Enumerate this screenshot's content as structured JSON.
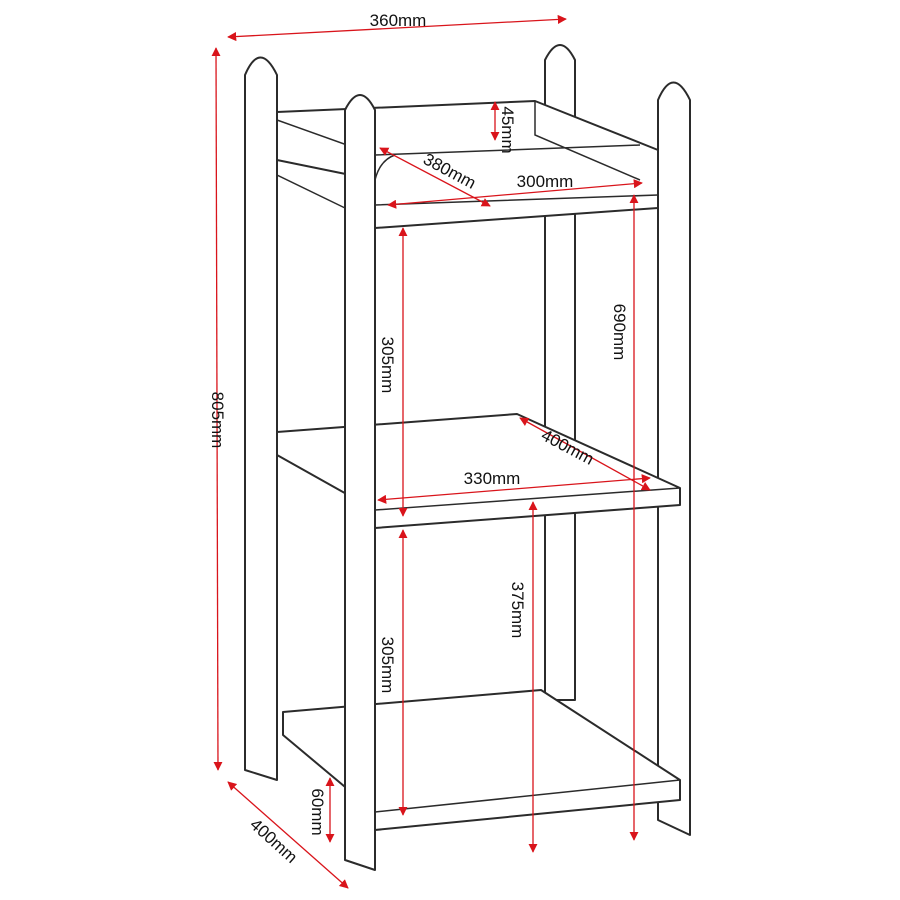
{
  "diagram": {
    "dimensions": {
      "width_top": "360mm",
      "height_total": "805mm",
      "depth_bottom": "400mm",
      "rail_height": "45mm",
      "top_depth": "380mm",
      "top_width": "300mm",
      "gap_upper": "305mm",
      "height_to_top": "690mm",
      "middle_depth": "400mm",
      "middle_width": "330mm",
      "gap_lower": "305mm",
      "height_to_middle": "375mm",
      "leg_clearance": "60mm"
    },
    "colors": {
      "dimension_line": "#d9141b",
      "outline": "#2b2b2b"
    }
  }
}
